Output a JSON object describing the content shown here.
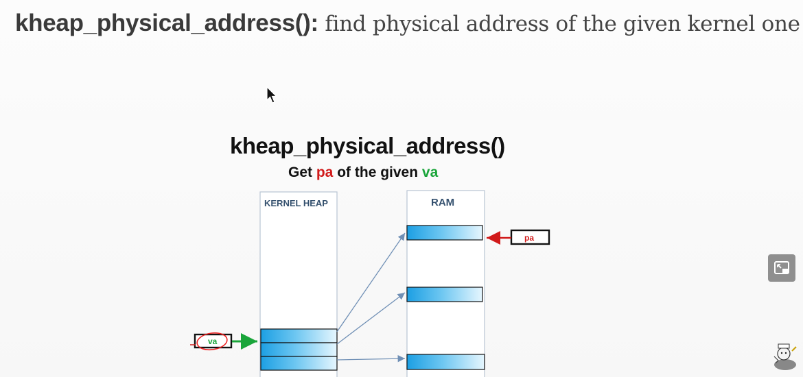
{
  "slide": {
    "heading_fn": "kheap_physical_address():",
    "heading_desc": "find physical address of the given kernel one"
  },
  "diagram": {
    "title": "kheap_physical_address()",
    "subtitle_get": "Get",
    "subtitle_pa": "pa",
    "subtitle_mid": "of the given",
    "subtitle_va": "va",
    "kernel_heap_label": "KERNEL HEAP",
    "ram_label": "RAM",
    "va_box_label": "va",
    "pa_box_label": "pa",
    "colors": {
      "pa_red": "#d11a1a",
      "va_green": "#1aa53a",
      "block_light": "#dff2fd",
      "block_dark": "#1c9fe3"
    }
  },
  "controls": {
    "pip_icon": "picture-in-picture-icon",
    "cursor_icon": "mouse-pointer-icon",
    "mascot_icon": "channel-mascot-icon"
  }
}
